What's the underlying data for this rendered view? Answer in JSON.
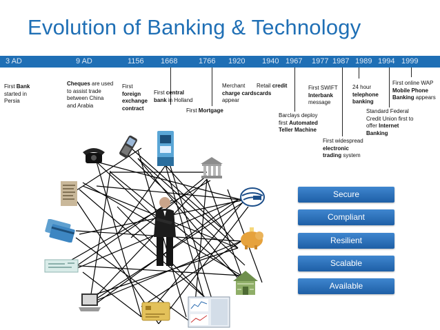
{
  "title": "Evolution of Banking & Technology",
  "timeline": {
    "years": [
      "3 AD",
      "9 AD",
      "1156",
      "1668",
      "1766",
      "1920",
      "1940",
      "1967",
      "1977",
      "1987",
      "1989",
      "1994",
      "1999"
    ],
    "events": [
      {
        "parts": [
          {
            "t": "First ",
            "b": false
          },
          {
            "t": "Bank",
            "b": true
          },
          {
            "t": " started in Persia",
            "b": false
          }
        ]
      },
      {
        "parts": [
          {
            "t": "Cheques",
            "b": true
          },
          {
            "t": " are used to assist trade between China and Arabia",
            "b": false
          }
        ]
      },
      {
        "parts": [
          {
            "t": "First ",
            "b": false
          },
          {
            "t": "foreign exchange contract",
            "b": true
          }
        ]
      },
      {
        "parts": [
          {
            "t": "First ",
            "b": false
          },
          {
            "t": "central",
            "b": true
          },
          {
            "t": " bank",
            "b": true
          },
          {
            "t": " in Holland",
            "b": false
          }
        ]
      },
      {
        "parts": [
          {
            "t": "First ",
            "b": false
          },
          {
            "t": "Mortgage",
            "b": true
          }
        ]
      },
      {
        "parts": [
          {
            "t": "Merchant ",
            "b": false
          },
          {
            "t": "charge cards",
            "b": true
          },
          {
            "t": " appear",
            "b": false
          }
        ]
      },
      {
        "parts": [
          {
            "t": "Retail ",
            "b": false
          },
          {
            "t": "credit cards",
            "b": true
          }
        ]
      },
      {
        "parts": [
          {
            "t": "Barclays deploy first ",
            "b": false
          },
          {
            "t": "Automated Teller Machine",
            "b": true
          }
        ]
      },
      {
        "parts": [
          {
            "t": "First SWIFT ",
            "b": false
          },
          {
            "t": "Interbank",
            "b": true
          },
          {
            "t": " message",
            "b": false
          }
        ]
      },
      {
        "parts": [
          {
            "t": "First widespread ",
            "b": false
          },
          {
            "t": "electronic trading",
            "b": true
          },
          {
            "t": " system",
            "b": false
          }
        ]
      },
      {
        "parts": [
          {
            "t": "24 hour ",
            "b": false
          },
          {
            "t": "telephone banking",
            "b": true
          }
        ]
      },
      {
        "parts": [
          {
            "t": "Standard Federal Credit Union first to offer ",
            "b": false
          },
          {
            "t": "Internet Banking",
            "b": true
          }
        ]
      },
      {
        "parts": [
          {
            "t": "First online WAP ",
            "b": false
          },
          {
            "t": "Mobile Phone Banking",
            "b": true
          },
          {
            "t": " appears",
            "b": false
          }
        ]
      }
    ]
  },
  "qualities": [
    "Secure",
    "Compliant",
    "Resilient",
    "Scalable",
    "Available"
  ],
  "images": [
    {
      "icon": "telephone-icon"
    },
    {
      "icon": "mobile-phone-icon"
    },
    {
      "icon": "atm-icon"
    },
    {
      "icon": "bank-building-icon"
    },
    {
      "icon": "scroll-document-icon"
    },
    {
      "icon": "globe-logo-icon"
    },
    {
      "icon": "credit-cards-icon"
    },
    {
      "icon": "piggy-bank-icon"
    },
    {
      "icon": "cheque-icon"
    },
    {
      "icon": "house-of-money-icon"
    },
    {
      "icon": "laptop-icon"
    },
    {
      "icon": "gold-card-icon"
    },
    {
      "icon": "trading-screen-icon"
    },
    {
      "icon": "businessman-icon"
    }
  ],
  "colors": {
    "accent": "#1f6fb5",
    "button_top": "#3f86cf",
    "button_bottom": "#1e5fa6"
  }
}
